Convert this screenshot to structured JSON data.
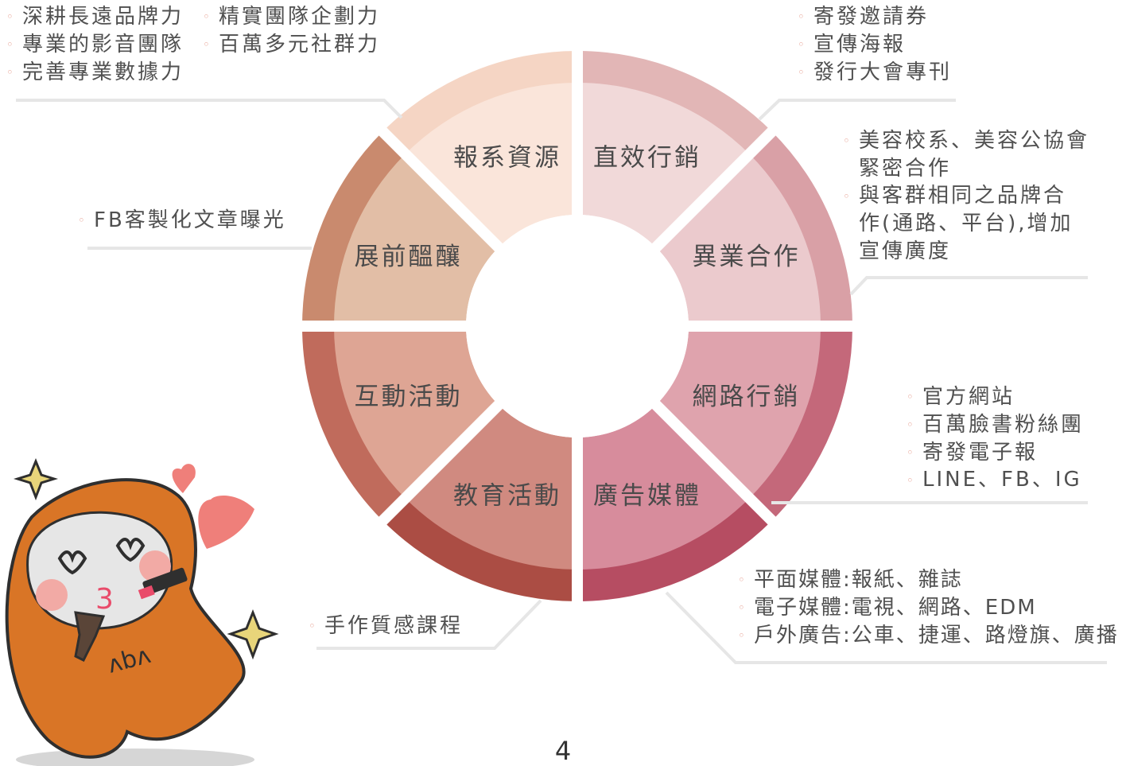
{
  "segments": [
    {
      "label": "報系資源",
      "outer": "#f5d5c4",
      "inner": "#fae5da"
    },
    {
      "label": "直效行銷",
      "outer": "#e2b6b6",
      "inner": "#f1d9d9"
    },
    {
      "label": "異業合作",
      "outer": "#d9a0a6",
      "inner": "#ebcacd"
    },
    {
      "label": "網路行銷",
      "outer": "#c4687a",
      "inner": "#dfa3ad"
    },
    {
      "label": "廣告媒體",
      "outer": "#b64d62",
      "inner": "#d78c9c"
    },
    {
      "label": "教育活動",
      "outer": "#ab4d44",
      "inner": "#d08a80"
    },
    {
      "label": "互動活動",
      "outer": "#c06b5c",
      "inner": "#dea594"
    },
    {
      "label": "展前醞釀",
      "outer": "#c98a6e",
      "inner": "#e2bea6"
    }
  ],
  "notes": {
    "resources_col1": [
      "深耕長遠品牌力",
      "專業的影音團隊",
      "完善專業數據力"
    ],
    "resources_col2": [
      "精實團隊企劃力",
      "百萬多元社群力"
    ],
    "direct": [
      "寄發邀請券",
      "宣傳海報",
      "發行大會專刊"
    ],
    "crossover": [
      {
        "first": "美容校系、美容公協會",
        "rest": [
          "緊密合作"
        ]
      },
      {
        "first": "與客群相同之品牌合",
        "rest": [
          "作(通路、平台),增加",
          "宣傳廣度"
        ]
      }
    ],
    "prelude": [
      "FB客製化文章曝光"
    ],
    "online": [
      "官方網站",
      "百萬臉書粉絲團",
      "寄發電子報",
      "LINE、FB、IG"
    ],
    "media": [
      "平面媒體:報紙、雜誌",
      "電子媒體:電視、網路、EDM",
      "戶外廣告:公車、捷運、路燈旗、廣播"
    ],
    "education": [
      "手作質感課程"
    ]
  },
  "bullet": "◦",
  "page_number": "4"
}
